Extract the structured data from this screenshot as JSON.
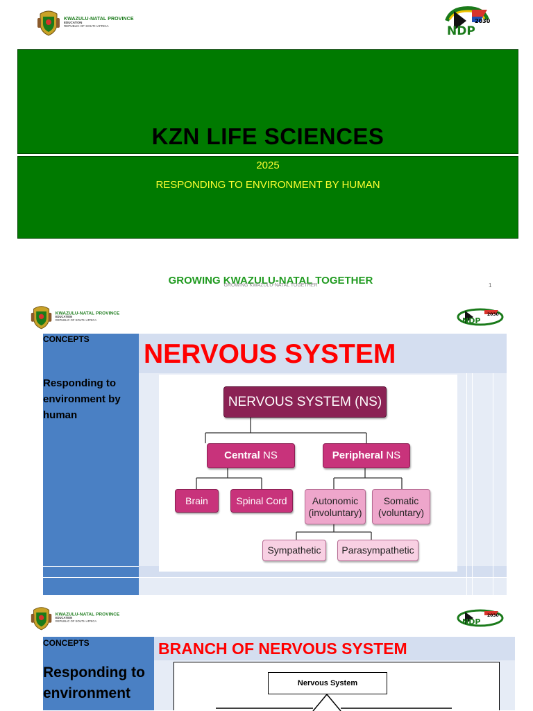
{
  "colors": {
    "slide_green": "#007a00",
    "subtitle_yellow": "#ffff33",
    "tagline_green": "#1f9a1f",
    "concept_blue": "#4a80c4",
    "heading_red": "#ff0000",
    "ns_dark": "#8b2254",
    "ns_mid": "#c8337b",
    "ns_light": "#eea6cb"
  },
  "logo": {
    "province": "KWAZULU-NATAL PROVINCE",
    "dept": "EDUCATION",
    "country": "REPUBLIC OF SOUTH AFRICA",
    "ndp_year": "2030",
    "ndp_text": "NDP"
  },
  "slide1": {
    "title": "KZN LIFE SCIENCES",
    "year": "2025",
    "subtitle": "RESPONDING TO ENVIRONMENT BY HUMAN",
    "tagline": "GROWING KWAZULU-NATAL TOGETHER",
    "tagline_shadow": "GROWING KWAZULU-NATAL TOGETHER",
    "page_number": "1"
  },
  "slide2": {
    "concepts_label": "CONCEPTS",
    "heading": "NERVOUS SYSTEM",
    "left_text": "Responding to environment by human",
    "diagram": {
      "root": "NERVOUS SYSTEM (NS)",
      "central_bold": "Central",
      "central_rest": " NS",
      "peripheral_bold": "Peripheral",
      "peripheral_rest": " NS",
      "brain": "Brain",
      "spinal_cord": "Spinal Cord",
      "autonomic_1": "Autonomic",
      "autonomic_2": "(involuntary)",
      "somatic_1": "Somatic",
      "somatic_2": "(voluntary)",
      "sympathetic": "Sympathetic",
      "parasympathetic": "Parasympathetic"
    }
  },
  "slide3": {
    "concepts_label": "CONCEPTS",
    "heading": "BRANCH OF  NERVOUS SYSTEM",
    "left_text_1": "Responding to",
    "left_text_2": "environment",
    "diagram_root": "Nervous System"
  }
}
